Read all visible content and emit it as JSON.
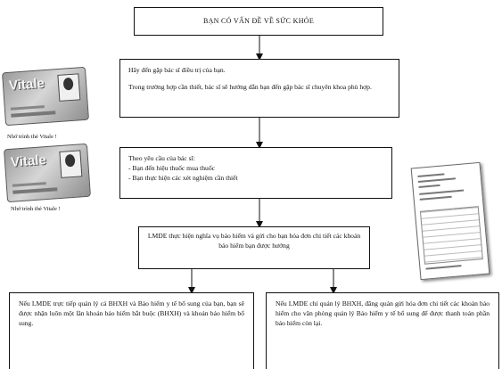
{
  "top_box": {
    "text": "BẠN CÓ VẤN ĐỀ VỀ SỨC KHỎE"
  },
  "doctor_box": {
    "line1": "Hãy đến gặp bác sĩ điều trị của bạn.",
    "line2": "Trong trường hợp cần thiết, bác sĩ sẽ hướng dẫn bạn đến gặp bác sĩ chuyên khoa phù hợp."
  },
  "prescription_box": {
    "intro": "Theo yêu cầu của bác sĩ:",
    "items": [
      "- Bạn đến hiệu thuốc mua thuốc",
      "- Bạn thực hiện các xét nghiệm cần thiết"
    ]
  },
  "lmde_box": {
    "text": "LMDE thực hiện nghĩa vụ bảo hiểm và gửi cho bạn hóa đơn chi tiết các khoản bảo hiểm bạn được hưởng"
  },
  "left_box": {
    "text": "Nếu LMDE trực tiếp quản lý cả BHXH và Bảo hiểm y tế bổ sung của bạn, bạn sẽ được nhận luôn một lần khoản bảo hiểm bắt buộc (BHXH) và khoản bảo hiểm bổ sung."
  },
  "right_box": {
    "text": "Nếu LMDE chỉ quản lý BHXH, đăng quản gửi hóa đơn chi tiết các khoản bảo hiểm cho văn phòng quản lý Bảo hiểm y tế bổ sung để được thanh toán phần bảo hiểm còn lại."
  },
  "cards": {
    "brand": "Vitale",
    "caption1": "Nhớ trình thẻ Vitale !",
    "caption2": "Nhớ trình thẻ Vitale !"
  }
}
